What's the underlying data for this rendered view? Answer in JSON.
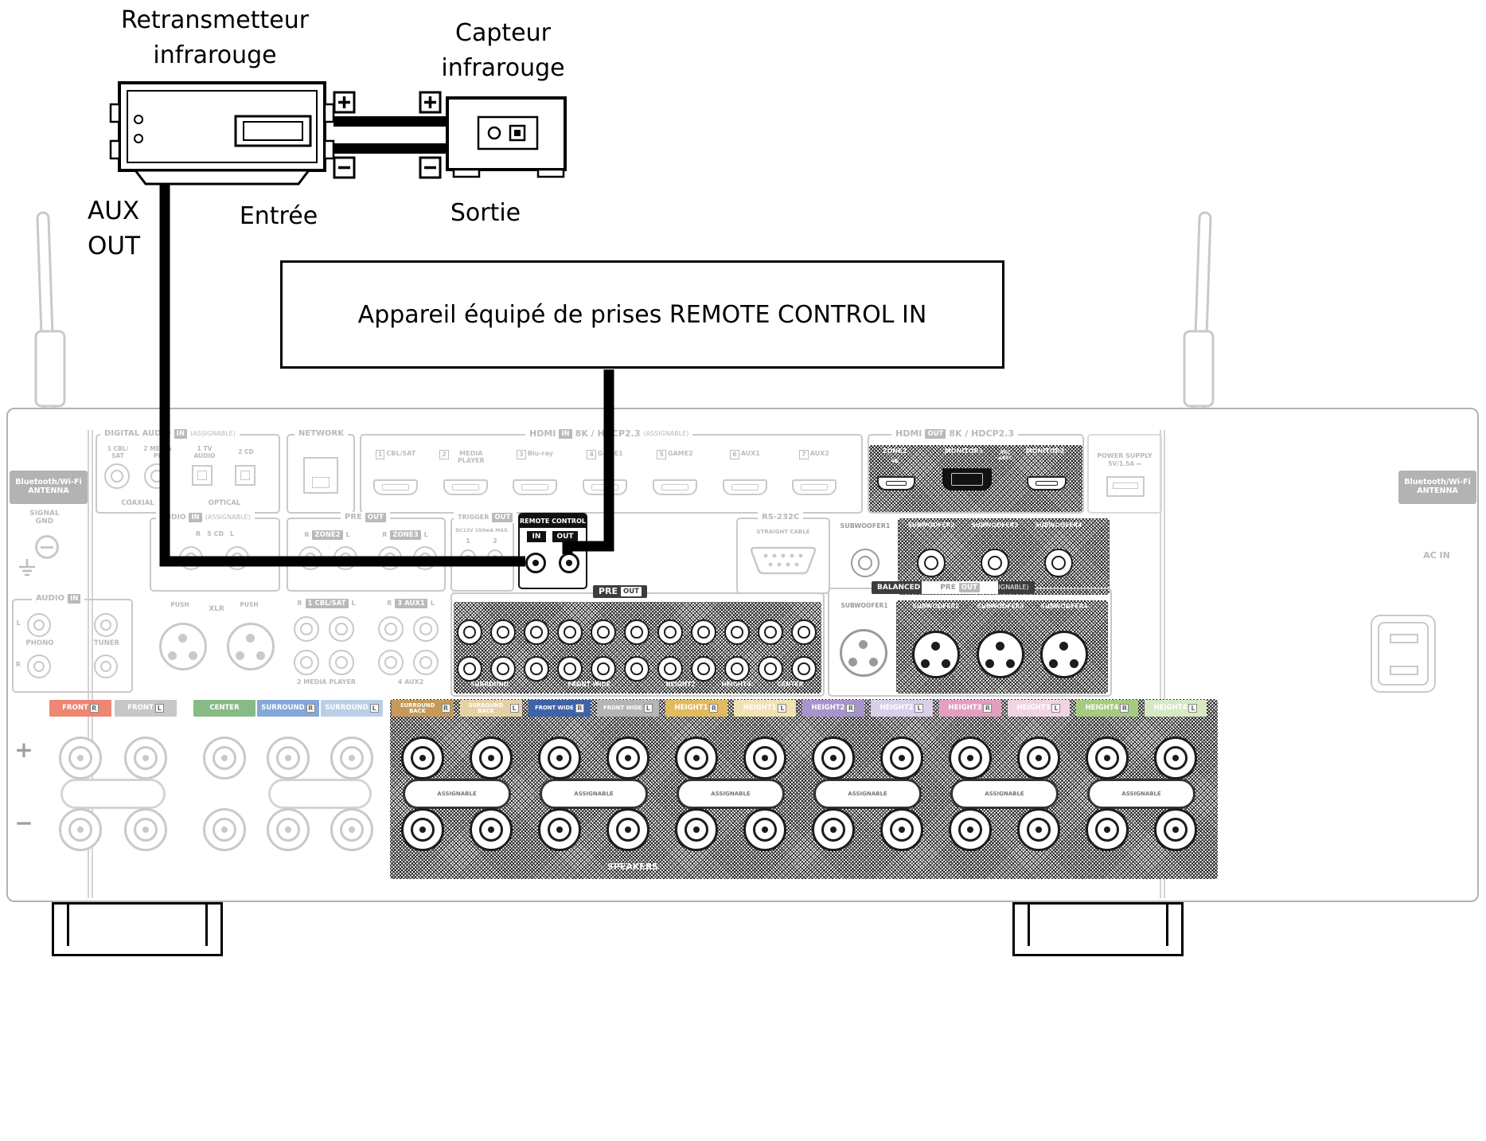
{
  "top": {
    "retransmitter": [
      "Retransmetteur",
      "infrarouge"
    ],
    "sensor": [
      "Capteur",
      "infrarouge"
    ],
    "aux_out": [
      "AUX",
      "OUT"
    ],
    "input": "Entrée",
    "output": "Sortie",
    "plus": "+",
    "minus": "−",
    "remote_box": "Appareil équipé de prises REMOTE CONTROL IN"
  },
  "receiver": {
    "antenna": {
      "line1": "Bluetooth/Wi-Fi",
      "line2": "ANTENNA"
    },
    "signal_gnd": [
      "SIGNAL",
      "GND"
    ],
    "digital_audio": {
      "title": "DIGITAL AUDIO",
      "in": "IN",
      "assignable": "(ASSIGNABLE)",
      "coax1": [
        "1 CBL/",
        "SAT"
      ],
      "coax2": [
        "2 MEDIA",
        "PL"
      ],
      "coaxial": "COAXIAL",
      "opt1": [
        "1 TV",
        "AUDIO"
      ],
      "opt2": "2 CD",
      "optical": "OPTICAL"
    },
    "network": {
      "title": "NETWORK"
    },
    "hdmi_in": {
      "title": "HDMI",
      "in": "IN",
      "spec": "8K / HDCP2.3",
      "assignable": "(ASSIGNABLE)",
      "ports": [
        {
          "num": "1",
          "label": "CBL/SAT"
        },
        {
          "num": "2",
          "label": "MEDIA PLAYER"
        },
        {
          "num": "3",
          "label": "Blu-ray"
        },
        {
          "num": "4",
          "label": "GAME1"
        },
        {
          "num": "5",
          "label": "GAME2"
        },
        {
          "num": "6",
          "label": "AUX1"
        },
        {
          "num": "7",
          "label": "AUX2"
        }
      ]
    },
    "hdmi_out": {
      "title": "HDMI",
      "out": "OUT",
      "spec": "8K / HDCP2.3",
      "zone2": "ZONE2",
      "zone2_4k": "4K",
      "monitor1": "MONITOR1",
      "arc": "ARC",
      "earc": "eARC",
      "monitor2": "MONITOR2"
    },
    "power": {
      "line1": "POWER SUPPLY",
      "line2": "5V/1.5A ⎓"
    },
    "audio_cd": {
      "title": "AUDIO",
      "in": "IN",
      "assignable": "(ASSIGNABLE)",
      "r": "R",
      "label": "5 CD",
      "l": "L"
    },
    "pre_zone": {
      "pre": "PRE",
      "out": "OUT",
      "r": "R",
      "zone2": "ZONE2",
      "zone3": "ZONE3",
      "l": "L"
    },
    "trigger": {
      "title": "TRIGGER",
      "out": "OUT",
      "spec": "DC12V 150mA MAX.",
      "n1": "1",
      "n2": "2"
    },
    "remote": {
      "title": "REMOTE CONTROL",
      "in": "IN",
      "out": "OUT"
    },
    "rs232": {
      "title": "RS-232C",
      "sub": "STRAIGHT CABLE"
    },
    "sub_pre": {
      "sw1": "SUBWOOFER1",
      "sw2": "SUBWOOFER2",
      "sw3": "SUBWOOFER3",
      "sw4": "SUBWOOFER4",
      "pre": "PRE",
      "out": "OUT"
    },
    "ac_in": "AC IN",
    "audio_in": {
      "title": "AUDIO",
      "in": "IN",
      "phono": "PHONO",
      "tuner": "TUNER",
      "l": "L",
      "r": "R"
    },
    "xlr": {
      "push": "PUSH",
      "title": "XLR"
    },
    "rca": {
      "r": "R",
      "l": "L",
      "cbl": "1 CBL/SAT",
      "aux1": "3 AUX1",
      "media": "2 MEDIA PLAYER",
      "aux2": "4 AUX2"
    },
    "pre_main": {
      "pre": "PRE",
      "out": "OUT",
      "labels_bottom": [
        "SURROUND",
        "FRONT WIDE",
        "HEIGHT2",
        "HEIGHT4",
        "CENTER"
      ]
    },
    "balanced": {
      "title": "BALANCED XLR PRE",
      "out": "OUT",
      "assignable": "(ASSIGNABLE)",
      "sw1": "SUBWOOFER1",
      "sw2": "SUBWOOFER2",
      "sw3": "SUBWOOFER3",
      "sw4": "SUBWOOFER4"
    },
    "speakers": {
      "title": "SPEAKERS",
      "plus": "+",
      "minus": "−",
      "assignable": "ASSIGNABLE",
      "chips": [
        {
          "label": "FRONT",
          "letter": "R",
          "color": "#ed8673"
        },
        {
          "label": "FRONT",
          "letter": "L",
          "color": "#c7c7c7"
        },
        {
          "label": "CENTER",
          "letter": "",
          "color": "#86bb86"
        },
        {
          "label": "SURROUND",
          "letter": "R",
          "color": "#83a8d8"
        },
        {
          "label": "SURROUND",
          "letter": "L",
          "color": "#b9cfe8"
        },
        {
          "label": "SURROUND BACK",
          "letter": "R",
          "color": "#c59a58"
        },
        {
          "label": "SURROUND BACK",
          "letter": "L",
          "color": "#e5d2a4"
        },
        {
          "label": "FRONT WIDE",
          "letter": "R",
          "color": "#3f63a9"
        },
        {
          "label": "FRONT WIDE",
          "letter": "L",
          "color": "#b5b5b5"
        },
        {
          "label": "HEIGHT1",
          "letter": "R",
          "color": "#e2bb60"
        },
        {
          "label": "HEIGHT1",
          "letter": "L",
          "color": "#f0e2b2"
        },
        {
          "label": "HEIGHT2",
          "letter": "R",
          "color": "#a794cb"
        },
        {
          "label": "HEIGHT2",
          "letter": "L",
          "color": "#d9cfe9"
        },
        {
          "label": "HEIGHT3",
          "letter": "R",
          "color": "#e29fc0"
        },
        {
          "label": "HEIGHT3",
          "letter": "L",
          "color": "#f1d4e3"
        },
        {
          "label": "HEIGHT4",
          "letter": "R",
          "color": "#a5cb83"
        },
        {
          "label": "HEIGHT4",
          "letter": "L",
          "color": "#d7e9c3"
        }
      ]
    }
  }
}
